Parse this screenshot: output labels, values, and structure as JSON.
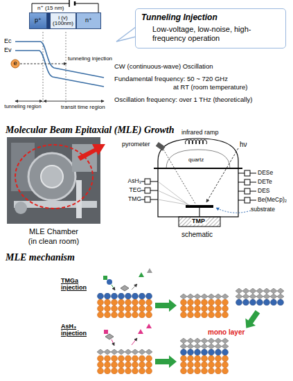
{
  "diagram": {
    "nodes": [
      {
        "text": [
          "p⁺"
        ]
      },
      {
        "text": [
          "i (v) (100nm)"
        ]
      },
      {
        "text": [
          "n⁺"
        ]
      },
      {
        "text": [
          "Tunneling Injection",
          "Low-voltage, low-noise, high-frequency operation"
        ]
      }
    ],
    "labels": [
      "n⁺ (15 nm)",
      "Ec",
      "Ev",
      "e",
      "tunneling injection",
      "tunneling region",
      "transit time region",
      "CW (continuous-wave) Oscillation",
      "Fundamental frequency: 50 ~ 720 GHz",
      "at RT (room temperature)",
      "Oscillation frequency: over 1 THz (theoretically)",
      "Molecular Beam Epitaxial (MLE) Growth",
      "MLE Chamber",
      "(in clean room)",
      "pyrometer",
      "infrared ramp",
      "hν",
      "quartz",
      "AsH₃",
      "TEG",
      "TMG",
      "DESe",
      "DETe",
      "DES",
      "Be(MeCp)₂",
      "substrate",
      "TMP",
      "schematic",
      "MLE mechanism",
      "TMGa injection",
      "AsH₃ injection",
      "mono layer"
    ]
  }
}
